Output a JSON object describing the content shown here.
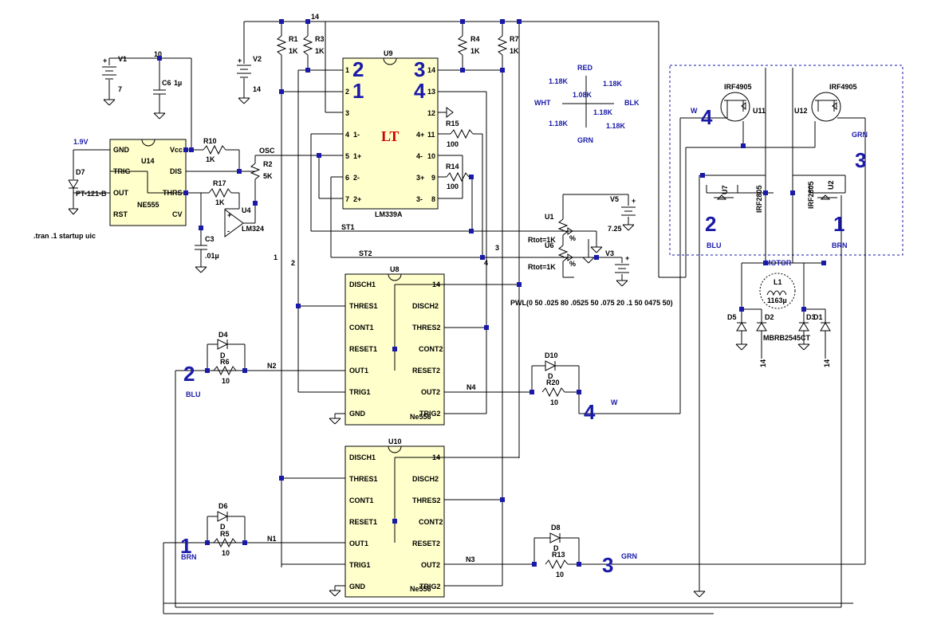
{
  "labels": {
    "v1": "V1",
    "v1_val": "7",
    "v2": "V2",
    "v2_val": "14",
    "v3": "V3",
    "v5": "V5",
    "v5_val": "7.25",
    "c6": "C6",
    "c6_val": "1µ",
    "c3": "C3",
    "c3_val": ".01µ",
    "net10": "10",
    "net14": "14",
    "v19": "1.9V",
    "d7": "D7",
    "d7_part": "PT-121-B",
    "spice": ".tran .1 startup uic",
    "u14": "U14",
    "ne555": "NE555",
    "u14_gnd": "GND",
    "u14_trig": "TRIG",
    "u14_out": "OUT",
    "u14_rst": "RST",
    "u14_vcc": "Vcc",
    "u14_dis": "DIS",
    "u14_thrs": "THRS",
    "u14_cv": "CV",
    "r10": "R10",
    "r10_val": "1K",
    "r17": "R17",
    "r17_val": "1K",
    "r2": "R2",
    "r2_val": "5K",
    "osc": "OSC",
    "u4": "U4",
    "lm324": "LM324",
    "r1": "R1",
    "r1_val": "1K",
    "r3": "R3",
    "r3_val": "1K",
    "r4": "R4",
    "r4_val": "1K",
    "r7": "R7",
    "r7_val": "1K",
    "u9": "U9",
    "lm339": "LM339A",
    "u9_pins_left": [
      "1",
      "2",
      "3",
      "4",
      "5",
      "6",
      "7"
    ],
    "u9_pins_right": [
      "14",
      "13",
      "12",
      "11",
      "10",
      "9",
      "8"
    ],
    "u9_in": [
      "1-",
      "1+",
      "2-",
      "2+"
    ],
    "u9_in_r": [
      "4+",
      "4-",
      "3+",
      "3-"
    ],
    "big_2a": "2",
    "big_1a": "1",
    "big_3a": "3",
    "big_4a": "4",
    "r15": "R15",
    "r15_val": "100",
    "r14": "R14",
    "r14_val": "100",
    "st1": "ST1",
    "st2": "ST2",
    "u1": "U1",
    "u6": "U6",
    "rtot": "Rtot=1K",
    "pct": "%",
    "n1": "1",
    "n2": "2",
    "n3": "3",
    "n4": "4",
    "cross_red": "RED",
    "cross_wht": "WHT",
    "cross_blk": "BLK",
    "cross_grn": "GRN",
    "r118a": "1.18K",
    "r118b": "1.18K",
    "r108": "1.08K",
    "r118c": "1.18K",
    "r118d": "1.18K",
    "r118e": "1.18K",
    "u8": "U8",
    "u10": "U10",
    "ne556": "Ne556",
    "u556_left": [
      "DISCH1",
      "THRES1",
      "CONT1",
      "RESET1",
      "OUT1",
      "TRIG1",
      "GND"
    ],
    "u556_right": [
      "14",
      "DISCH2",
      "THRES2",
      "CONT2",
      "RESET2",
      "OUT2",
      "TRIG2"
    ],
    "pwl": "PWL(0 50 .025 80 .0525 50 .075 20 .1 50 0475 50)",
    "d4": "D4",
    "d": "D",
    "r6": "R6",
    "r6_val": "10",
    "n2net": "N2",
    "blu": "BLU",
    "big_2": "2",
    "d6": "D6",
    "r5": "R5",
    "r5_val": "10",
    "n1net": "N1",
    "brn": "BRN",
    "big_1": "1",
    "d10": "D10",
    "r20": "R20",
    "r20_val": "10",
    "n4net": "N4",
    "big_4": "4",
    "w": "W",
    "d8": "D8",
    "r13": "R13",
    "r13_val": "10",
    "n3net": "N3",
    "big_3": "3",
    "grn": "GRN",
    "irf4905a": "IRF4905",
    "irf4905b": "IRF4905",
    "u11": "U11",
    "u12": "U12",
    "w2": "W",
    "big_4b": "4",
    "grn2": "GRN",
    "big_3b": "3",
    "u7": "U7",
    "u2": "U2",
    "irf2805a": "IRF2805",
    "irf2805b": "IRF2805",
    "big_2b": "2",
    "blu2": "BLU",
    "big_1b": "1",
    "brn2": "BRN",
    "motor": "MOTOR",
    "l1": "L1",
    "l1_val": "1163µ",
    "d5": "D5",
    "d2": "D2",
    "d3": "D3",
    "d1": "D1",
    "mbrb": "MBRB2545CT",
    "n14a": "14",
    "n14b": "14"
  }
}
